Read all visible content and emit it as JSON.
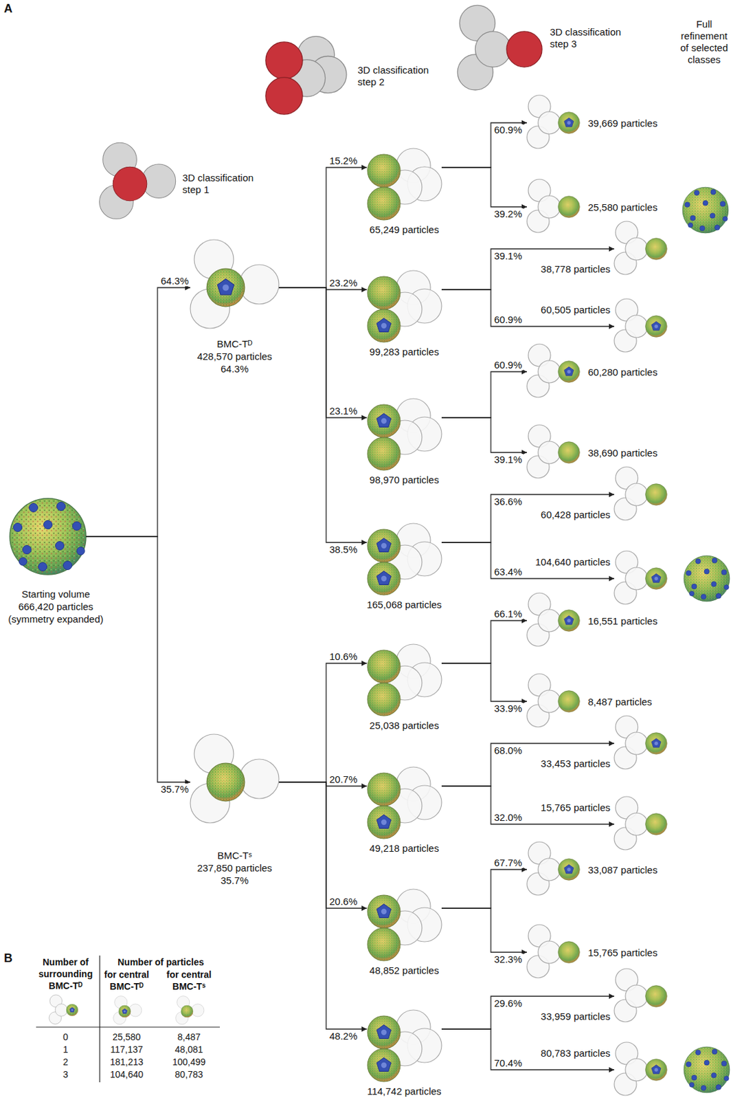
{
  "diagram": {
    "nodes": [
      {
        "text": [
          "Starting volume",
          "666,420 particles",
          "(symmetry expanded)"
        ]
      },
      {
        "text": [
          "BMC-Tᴰ",
          "428,570 particles",
          "64.3%"
        ]
      },
      {
        "text": [
          "BMC-Tˢ",
          "237,850 particles",
          "35.7%"
        ]
      },
      {
        "text": [
          "65,249 particles"
        ]
      },
      {
        "text": [
          "99,283 particles"
        ]
      },
      {
        "text": [
          "98,970 particles"
        ]
      },
      {
        "text": [
          "165,068 particles"
        ]
      },
      {
        "text": [
          "25,038 particles"
        ]
      },
      {
        "text": [
          "49,218 particles"
        ]
      },
      {
        "text": [
          "48,852 particles"
        ]
      },
      {
        "text": [
          "114,742 particles"
        ]
      },
      {
        "text": [
          "39,669 particles"
        ]
      },
      {
        "text": [
          "25,580 particles"
        ]
      },
      {
        "text": [
          "38,778 particles"
        ]
      },
      {
        "text": [
          "60,505 particles"
        ]
      },
      {
        "text": [
          "60,280 particles"
        ]
      },
      {
        "text": [
          "38,690 particles"
        ]
      },
      {
        "text": [
          "60,428 particles"
        ]
      },
      {
        "text": [
          "104,640 particles"
        ]
      },
      {
        "text": [
          "16,551 particles"
        ]
      },
      {
        "text": [
          "8,487 particles"
        ]
      },
      {
        "text": [
          "33,453 particles"
        ]
      },
      {
        "text": [
          "15,765 particles"
        ]
      },
      {
        "text": [
          "33,087 particles"
        ]
      },
      {
        "text": [
          "15,765 particles"
        ]
      },
      {
        "text": [
          "33,959 particles"
        ]
      },
      {
        "text": [
          "80,783 particles"
        ]
      }
    ],
    "edges": [
      {
        "from": 0,
        "to": 1,
        "arrow": "to",
        "label": "64.3%"
      },
      {
        "from": 0,
        "to": 2,
        "arrow": "to",
        "label": "35.7%"
      },
      {
        "from": 1,
        "to": 3,
        "arrow": "to",
        "label": "15.2%"
      },
      {
        "from": 1,
        "to": 4,
        "arrow": "to",
        "label": "23.2%"
      },
      {
        "from": 1,
        "to": 5,
        "arrow": "to",
        "label": "23.1%"
      },
      {
        "from": 1,
        "to": 6,
        "arrow": "to",
        "label": "38.5%"
      },
      {
        "from": 2,
        "to": 7,
        "arrow": "to",
        "label": "10.6%"
      },
      {
        "from": 2,
        "to": 8,
        "arrow": "to",
        "label": "20.7%"
      },
      {
        "from": 2,
        "to": 9,
        "arrow": "to",
        "label": "20.6%"
      },
      {
        "from": 2,
        "to": 10,
        "arrow": "to",
        "label": "48.2%"
      },
      {
        "from": 3,
        "to": 11,
        "arrow": "to",
        "label": "60.9%"
      },
      {
        "from": 3,
        "to": 12,
        "arrow": "to",
        "label": "39.2%"
      },
      {
        "from": 4,
        "to": 13,
        "arrow": "to",
        "label": "39.1%"
      },
      {
        "from": 4,
        "to": 14,
        "arrow": "to",
        "label": "60.9%"
      },
      {
        "from": 5,
        "to": 15,
        "arrow": "to",
        "label": "60.9%"
      },
      {
        "from": 5,
        "to": 16,
        "arrow": "to",
        "label": "39.1%"
      },
      {
        "from": 6,
        "to": 17,
        "arrow": "to",
        "label": "36.6%"
      },
      {
        "from": 6,
        "to": 18,
        "arrow": "to",
        "label": "63.4%"
      },
      {
        "from": 7,
        "to": 19,
        "arrow": "to",
        "label": "66.1%"
      },
      {
        "from": 7,
        "to": 20,
        "arrow": "to",
        "label": "33.9%"
      },
      {
        "from": 8,
        "to": 21,
        "arrow": "to",
        "label": "68.0%"
      },
      {
        "from": 8,
        "to": 22,
        "arrow": "to",
        "label": "32.0%"
      },
      {
        "from": 9,
        "to": 23,
        "arrow": "to",
        "label": "67.7%"
      },
      {
        "from": 9,
        "to": 24,
        "arrow": "to",
        "label": "32.3%"
      },
      {
        "from": 10,
        "to": 25,
        "arrow": "to",
        "label": "29.6%"
      },
      {
        "from": 10,
        "to": 26,
        "arrow": "to",
        "label": "70.4%"
      }
    ],
    "labels": [
      "A",
      "3D classification step 1",
      "3D classification step 2",
      "3D classification step 3",
      "Full refinement of selected classes",
      "B",
      "Number of surrounding BMC-Tᴰ",
      "Number of particles",
      "for central BMC-Tᴰ",
      "for central BMC-Tˢ",
      "0",
      "25,580",
      "8,487",
      "1",
      "117,137",
      "48,081",
      "2",
      "181,213",
      "100,499",
      "3",
      "104,640",
      "80,783"
    ]
  }
}
